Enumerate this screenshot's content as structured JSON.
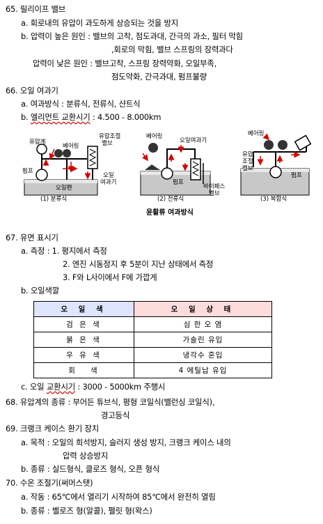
{
  "lines": {
    "l65": "65. 릴리이프 밸브",
    "l65a": "a. 회로내의 유압이 과도하게 상승되는 것을 방지",
    "l65b": "b. 압력이 높은 원인 : 밸브의 고착, 점도과대, 간극의 과소, 필터 막힘",
    "l65b2": ",회로의 막힘, 밸브 스프링의 장력과다",
    "l65c": "압력이 낮은 원인 : 밸브고착, 스프링 장력약화, 오일부족,",
    "l65c2": "점도약화, 간극과대, 펌프불량",
    "l66": "66. 오일 여과기",
    "l66a": "a. 여과방식 : 분류식, 전류식, 샨트식",
    "l66b_pre": "b. ",
    "l66b_u": "엘리먼트 교환시기",
    "l66b_post": " : 4.500 - 8.000km",
    "l67": "67. 유면 표시기",
    "l67a": "a. 측정 : 1. 평지에서 측정",
    "l67a2": "2. 엔진 시동정지 후 5분이 지난 상태에서 측정",
    "l67a3": "3. F와 L사이에서 F에 가깝게",
    "l67b": "b. 오일색깔",
    "l67c_pre": "c. 오일 ",
    "l67c_u": "교환시기",
    "l67c_post": " : 3000 - 5000km 주행시",
    "l68": "68. 유압계의 종류 : 부어든 튜브식, 평형 코일식(밸런싱 코일식),",
    "l68b": "경고등식",
    "l69": "69. 크랭크 케이스 환기 장치",
    "l69a": "a. 목적 : 오일의 희석방지, 슬러지 생성 방지, 크랭크 케이스 내의",
    "l69a2": "압력 상승방지",
    "l69b": "b. 종류 : 실드형식, 클로즈 형식, 오픈 형식",
    "l70": "70. 수온 조절기(써머스탯)",
    "l70a": "a. 작동 : 65℃에서 열리기 시작하여 85℃에서 완전히 열림",
    "l70b": "b. 종류 : 벨로즈 형(알콜), 펠릿 형(왁스)"
  },
  "figure": {
    "labels": {
      "p1_gauge": "유압계",
      "p1_bearing": "베어링",
      "p1_valve1": "유압조절",
      "p1_valve2": "밸브",
      "p1_filter1": "오일",
      "p1_filter2": "여과기",
      "p1_pump": "펌프",
      "p1_pan": "오일팬",
      "p1_caption": "(1) 분류식",
      "p2_bearing": "베어링",
      "p2_filter": "오일여과기",
      "p2_pump": "펌프",
      "p2_bypass1": "바이패스",
      "p2_bypass2": "밸브",
      "p2_caption": "(2) 전류식",
      "p3_bearing": "베어링",
      "p3_valve1": "유압",
      "p3_valve2": "조절",
      "p3_valve3": "밸브",
      "p3_pump": "펌프",
      "p3_caption": "(3) 복합식"
    },
    "caption": "윤활류 여과방식"
  },
  "table": {
    "headers": [
      "오 일 색",
      "오 일 상 태"
    ],
    "rows": [
      [
        "검 은 색",
        "심 한 오 염"
      ],
      [
        "붉 은 색",
        "가솔린 유입"
      ],
      [
        "우 유 색",
        "냉각수 혼입"
      ],
      [
        "회   색",
        "4 에틸납 유입"
      ]
    ]
  },
  "colors": {
    "header_left": "#dfe4ff",
    "header_right": "#ffdcdc",
    "arrow": "#d40000",
    "oil": "#c8c8c8"
  }
}
